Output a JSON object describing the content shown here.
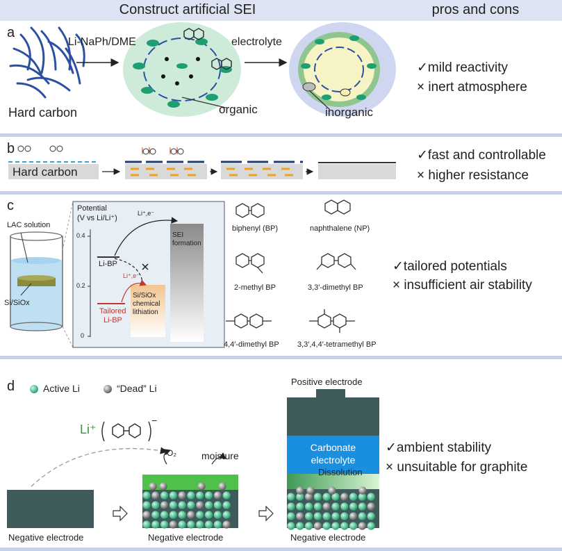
{
  "header": {
    "left_title": "Construct artificial SEI",
    "right_title": "pros and cons"
  },
  "panel_a": {
    "letter": "a",
    "hard_carbon": "Hard carbon",
    "reagent": "Li-NaPh/DME",
    "electrolyte": "electrolyte",
    "organic": "organic",
    "inorganic": "inorganic",
    "pro": "✓mild reactivity",
    "con": "× inert atmosphere"
  },
  "panel_b": {
    "letter": "b",
    "hard_carbon": "Hard carbon",
    "pro": "✓fast and controllable",
    "con": "× higher resistance"
  },
  "panel_c": {
    "letter": "c",
    "lac_solution": "LAC solution",
    "si_siox": "Si/SiOx",
    "y_axis_line1": "Potential",
    "y_axis_line2": "(V vs Li/Li⁺)",
    "tick_04": "0.4",
    "tick_02": "0.2",
    "tick_0": "0",
    "li_bp": "Li-BP",
    "tailored_li_bp_1": "Tailored",
    "tailored_li_bp_2": "Li-BP",
    "li_e_top": "Li⁺,e⁻",
    "li_e_mid": "Li⁺,e⁻",
    "sei_formation_1": "SEI",
    "sei_formation_2": "formation",
    "chem_lith_1": "Si/SiOx",
    "chem_lith_2": "chemical",
    "chem_lith_3": "lithiation",
    "molecules": [
      "biphenyl (BP)",
      "naphthalene (NP)",
      "2-methyl BP",
      "3,3′-dimethyl BP",
      "4,4′-dimethyl BP",
      "3,3′,4,4′-tetramethyl BP"
    ],
    "pro": "✓tailored potentials",
    "con": "× insufficient air stability"
  },
  "panel_d": {
    "letter": "d",
    "legend_active": "Active Li",
    "legend_dead": "“Dead” Li",
    "li_plus": "Li⁺",
    "charge": "−",
    "o2": "O₂",
    "moisture": "moisture",
    "positive_electrode": "Positive electrode",
    "carbonate_1": "Carbonate",
    "carbonate_2": "electrolyte",
    "dissolution": "Dissolution",
    "negative_electrode_1": "Negative electrode",
    "negative_electrode_2": "Negative electrode",
    "negative_electrode_3": "Negative electrode",
    "pro": "✓ambient stability",
    "con": "× unsuitable for graphite"
  },
  "colors": {
    "header_bg": "#dde3f2",
    "separator": "#c8d3ea",
    "electrode": "#3f5a5a",
    "active_li": "#3dbf8a",
    "dead_li": "#777777",
    "carbonate": "#1a8fe0",
    "sei_green": "#5fd45a",
    "red_text": "#c0392b"
  }
}
